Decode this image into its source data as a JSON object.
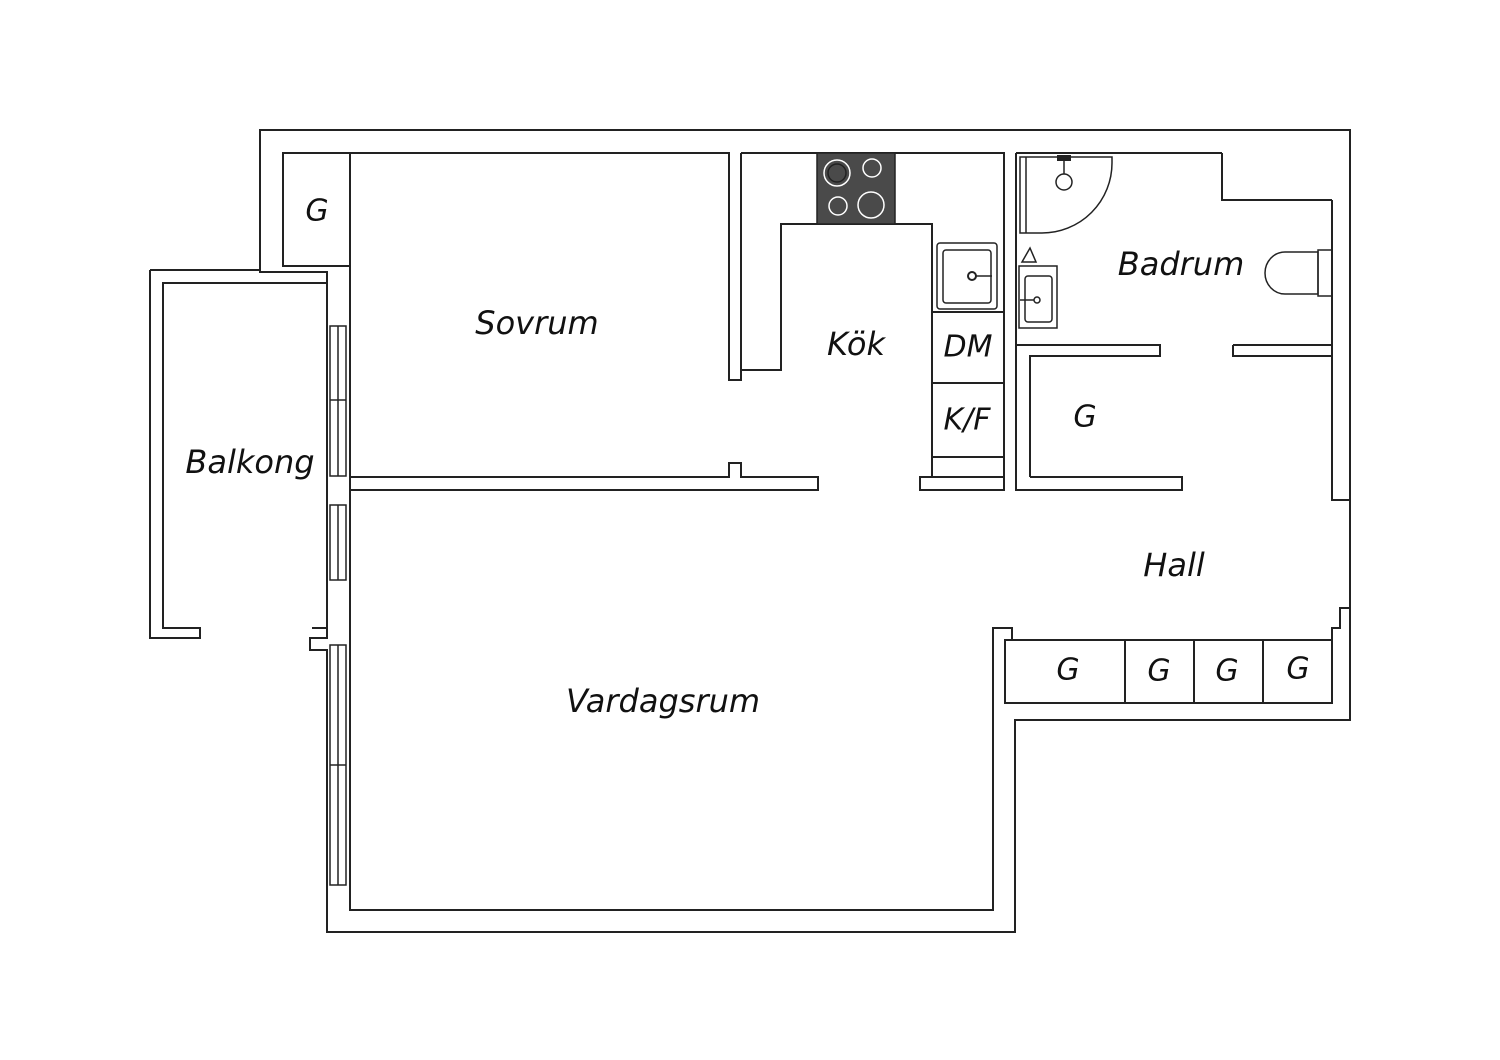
{
  "rooms": {
    "sovrum": "Sovrum",
    "kok": "Kök",
    "badrum": "Badrum",
    "balkong": "Balkong",
    "vardagsrum": "Vardagsrum",
    "hall": "Hall"
  },
  "fixtures": {
    "dishwasher": "DM",
    "fridge_freezer": "K/F"
  },
  "closets": {
    "top_left": "G",
    "hall_small": "G",
    "hall_row": [
      "G",
      "G",
      "G",
      "G"
    ]
  },
  "icons": {
    "stove": "stove-icon",
    "kitchen_sink": "kitchen-sink-icon",
    "shower": "shower-icon",
    "bath_sink": "bathroom-sink-icon",
    "toilet": "toilet-icon"
  },
  "colors": {
    "wall": "#222222",
    "background": "#ffffff",
    "stove_top": "#4a4a4a"
  }
}
